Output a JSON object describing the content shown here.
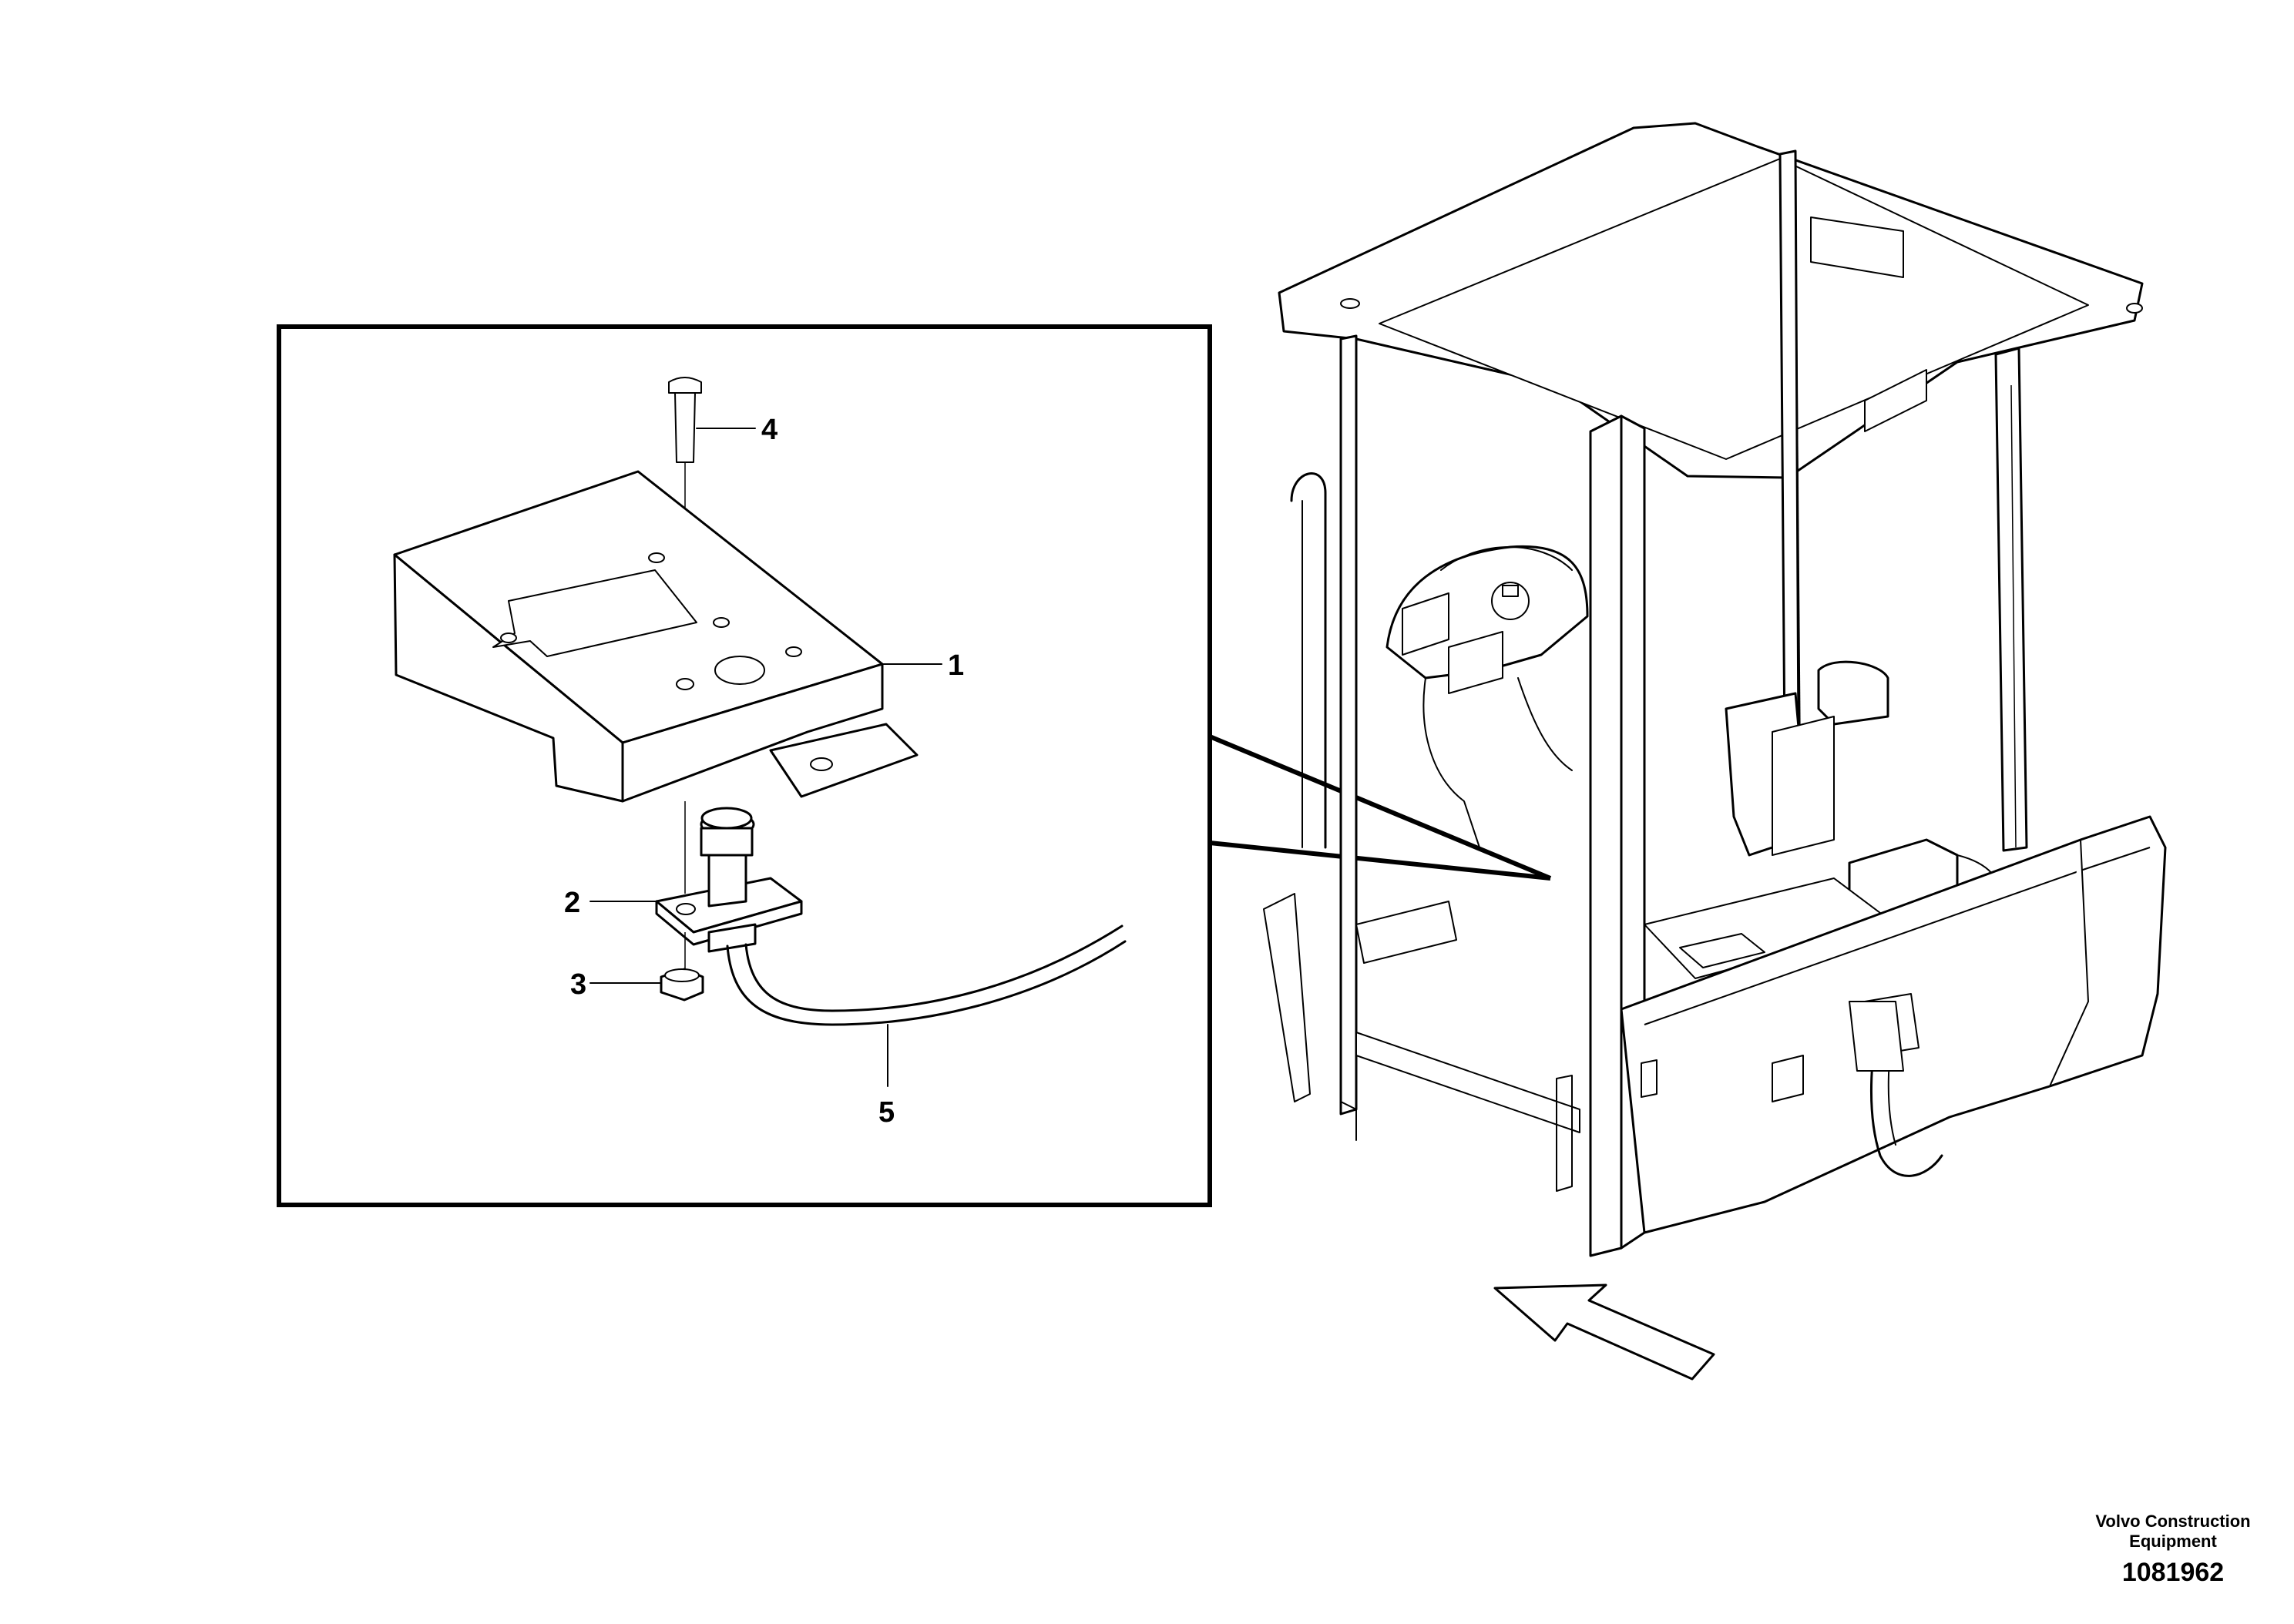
{
  "callouts": [
    {
      "id": "1",
      "label": "1"
    },
    {
      "id": "2",
      "label": "2"
    },
    {
      "id": "3",
      "label": "3"
    },
    {
      "id": "4",
      "label": "4"
    },
    {
      "id": "5",
      "label": "5"
    }
  ],
  "footer": {
    "brand_line1": "Volvo Construction",
    "brand_line2": "Equipment",
    "drawing_number": "1081962"
  }
}
